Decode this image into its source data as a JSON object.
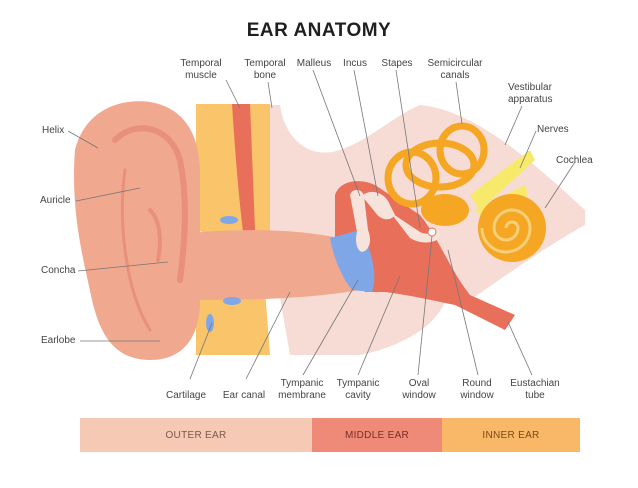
{
  "title": "EAR ANATOMY",
  "labels": {
    "helix": "Helix",
    "auricle": "Auricle",
    "concha": "Concha",
    "earlobe": "Earlobe",
    "temporal_muscle": [
      "Temporal",
      "muscle"
    ],
    "temporal_bone": [
      "Temporal",
      "bone"
    ],
    "malleus": "Malleus",
    "incus": "Incus",
    "stapes": "Stapes",
    "semicircular_canals": [
      "Semicircular",
      "canals"
    ],
    "vestibular_apparatus": [
      "Vestibular",
      "apparatus"
    ],
    "nerves": "Nerves",
    "cochlea": "Cochlea",
    "cartilage": "Cartilage",
    "ear_canal": "Ear canal",
    "tympanic_membrane": [
      "Tympanic",
      "membrane"
    ],
    "tympanic_cavity": [
      "Tympanic",
      "cavity"
    ],
    "oval_window": [
      "Oval",
      "window"
    ],
    "round_window": [
      "Round",
      "window"
    ],
    "eustachian_tube": [
      "Eustachian",
      "tube"
    ]
  },
  "sections": {
    "outer": "OUTER EAR",
    "middle": "MIDDLE EAR",
    "inner": "INNER EAR"
  },
  "colors": {
    "skin": "#f0a88f",
    "skin_dark": "#e8907a",
    "bone": "#f6dcd4",
    "muscle": "#e86f5a",
    "fat": "#f9c46a",
    "ossicle": "#f6e4dc",
    "membrane": "#7fa7e8",
    "inner_ear": "#f5a623",
    "nerve": "#f7ea6a",
    "outer_bar": "#f5c9b4",
    "middle_bar": "#ef8a78",
    "inner_bar": "#f8b868"
  }
}
